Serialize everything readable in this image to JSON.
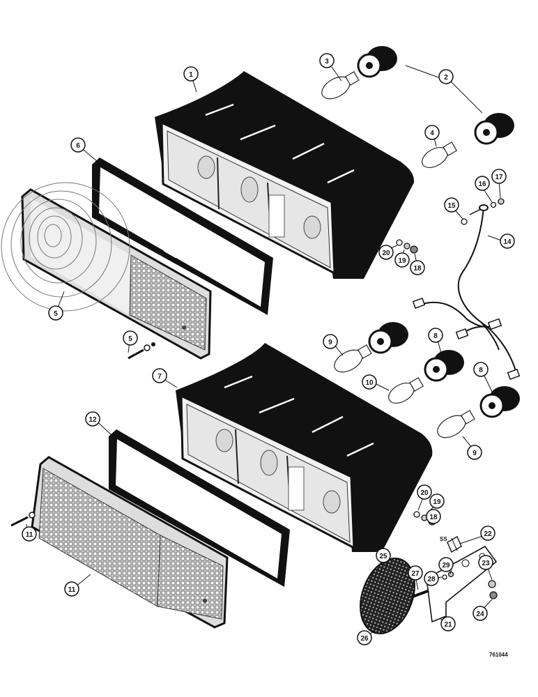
{
  "drawing_number": "761044",
  "callouts": {
    "c1": "1",
    "c2": "2",
    "c3": "3",
    "c4": "4",
    "c5a": "5",
    "c5b": "5",
    "c6": "6",
    "c7": "7",
    "c8a": "8",
    "c8b": "8",
    "c9a": "9",
    "c9b": "9",
    "c10": "10",
    "c11a": "11",
    "c11b": "11",
    "c12": "12",
    "c14": "14",
    "c15": "15",
    "c16": "16",
    "c17": "17",
    "c18a": "18",
    "c18b": "18",
    "c19a": "19",
    "c19b": "19",
    "c20a": "20",
    "c20b": "20",
    "c21": "21",
    "c22": "22",
    "c23": "23",
    "c24": "24",
    "c25": "25",
    "c26": "26",
    "c27": "27",
    "c28": "28",
    "c29": "29"
  },
  "part_marking": "SS"
}
